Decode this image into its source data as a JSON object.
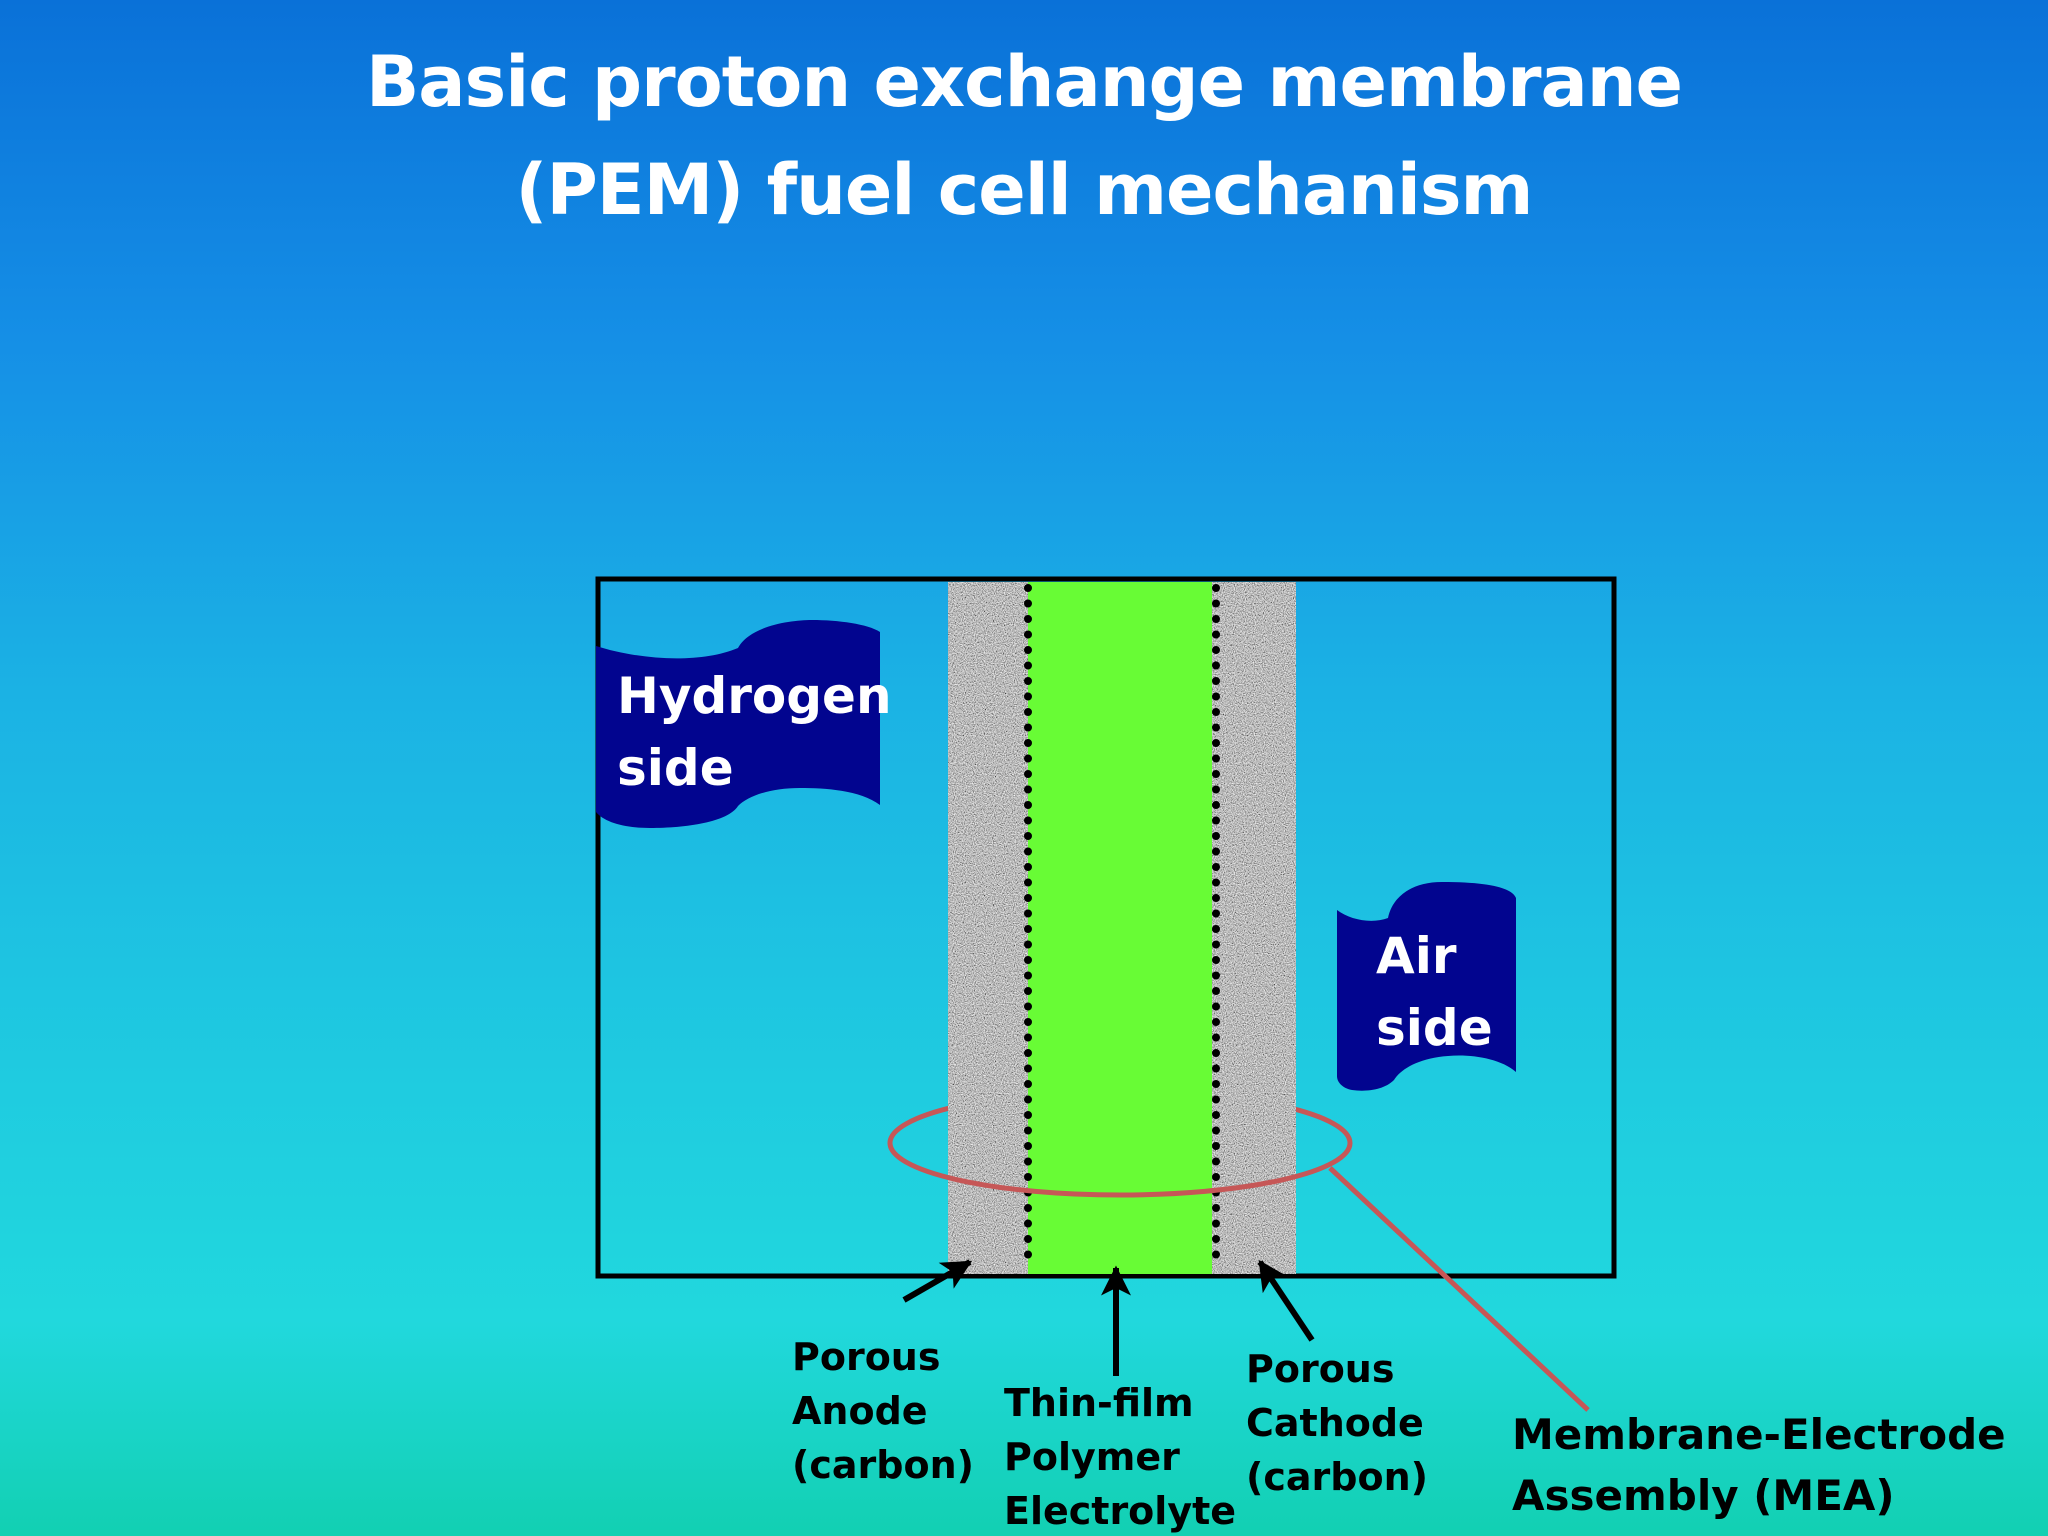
{
  "title": {
    "line1": "Basic proton exchange membrane",
    "line2": "(PEM) fuel cell mechanism"
  },
  "callouts": {
    "hydrogen": {
      "line1": "Hydrogen",
      "line2": "side"
    },
    "air": {
      "line1": "Air",
      "line2": "side"
    }
  },
  "labels": {
    "anode": {
      "line1": "Porous",
      "line2": "Anode",
      "line3": "(carbon)"
    },
    "electrolyte": {
      "line1": "Thin-film",
      "line2": "Polymer",
      "line3": "Electrolyte"
    },
    "cathode": {
      "line1": "Porous",
      "line2": "Cathode",
      "line3": "(carbon)"
    },
    "mea": {
      "line1": "Membrane-Electrode",
      "line2": "Assembly  (MEA)"
    }
  },
  "colors": {
    "banner": "#02058f",
    "electrolyte": "#68fc35",
    "electrode": "#b9b9b9",
    "mea_ring": "#c65757",
    "frame": "#000000"
  }
}
